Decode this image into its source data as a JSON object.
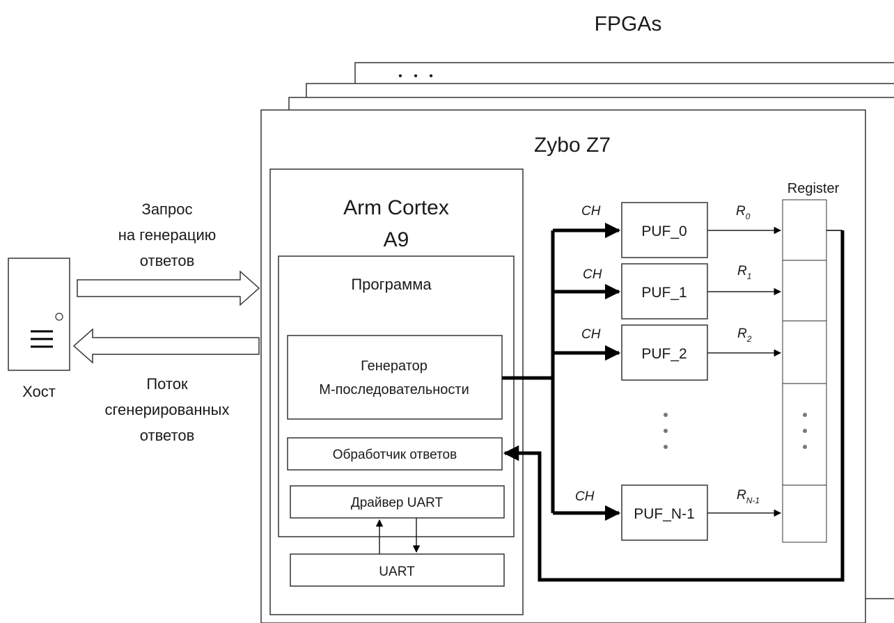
{
  "fpgas_label": "FPGAs",
  "stack_dots": "• • •",
  "board": {
    "title": "Zybo Z7"
  },
  "cpu": {
    "title_line1": "Arm Cortex",
    "title_line2": "A9"
  },
  "program": {
    "title": "Программа"
  },
  "generator": {
    "line1": "Генератор",
    "line2": "M-последовательности"
  },
  "handler": {
    "label": "Обработчик ответов"
  },
  "uart_driver": {
    "label": "Драйвер UART"
  },
  "uart": {
    "label": "UART"
  },
  "host": {
    "label": "Хост"
  },
  "request": {
    "line1": "Запрос",
    "line2": "на генерацию",
    "line3": "ответов"
  },
  "stream": {
    "line1": "Поток",
    "line2": "сгенерированных",
    "line3": "ответов"
  },
  "register": {
    "label": "Register",
    "dots": "⋮"
  },
  "puf_dots": "⋮",
  "pufs": [
    {
      "label": "PUF_0",
      "ch": "CH",
      "r": "R",
      "r_sub": "0"
    },
    {
      "label": "PUF_1",
      "ch": "CH",
      "r": "R",
      "r_sub": "1"
    },
    {
      "label": "PUF_2",
      "ch": "CH",
      "r": "R",
      "r_sub": "2"
    },
    {
      "label": "PUF_N-1",
      "ch": "CH",
      "r": "R",
      "r_sub": "N-1"
    }
  ]
}
